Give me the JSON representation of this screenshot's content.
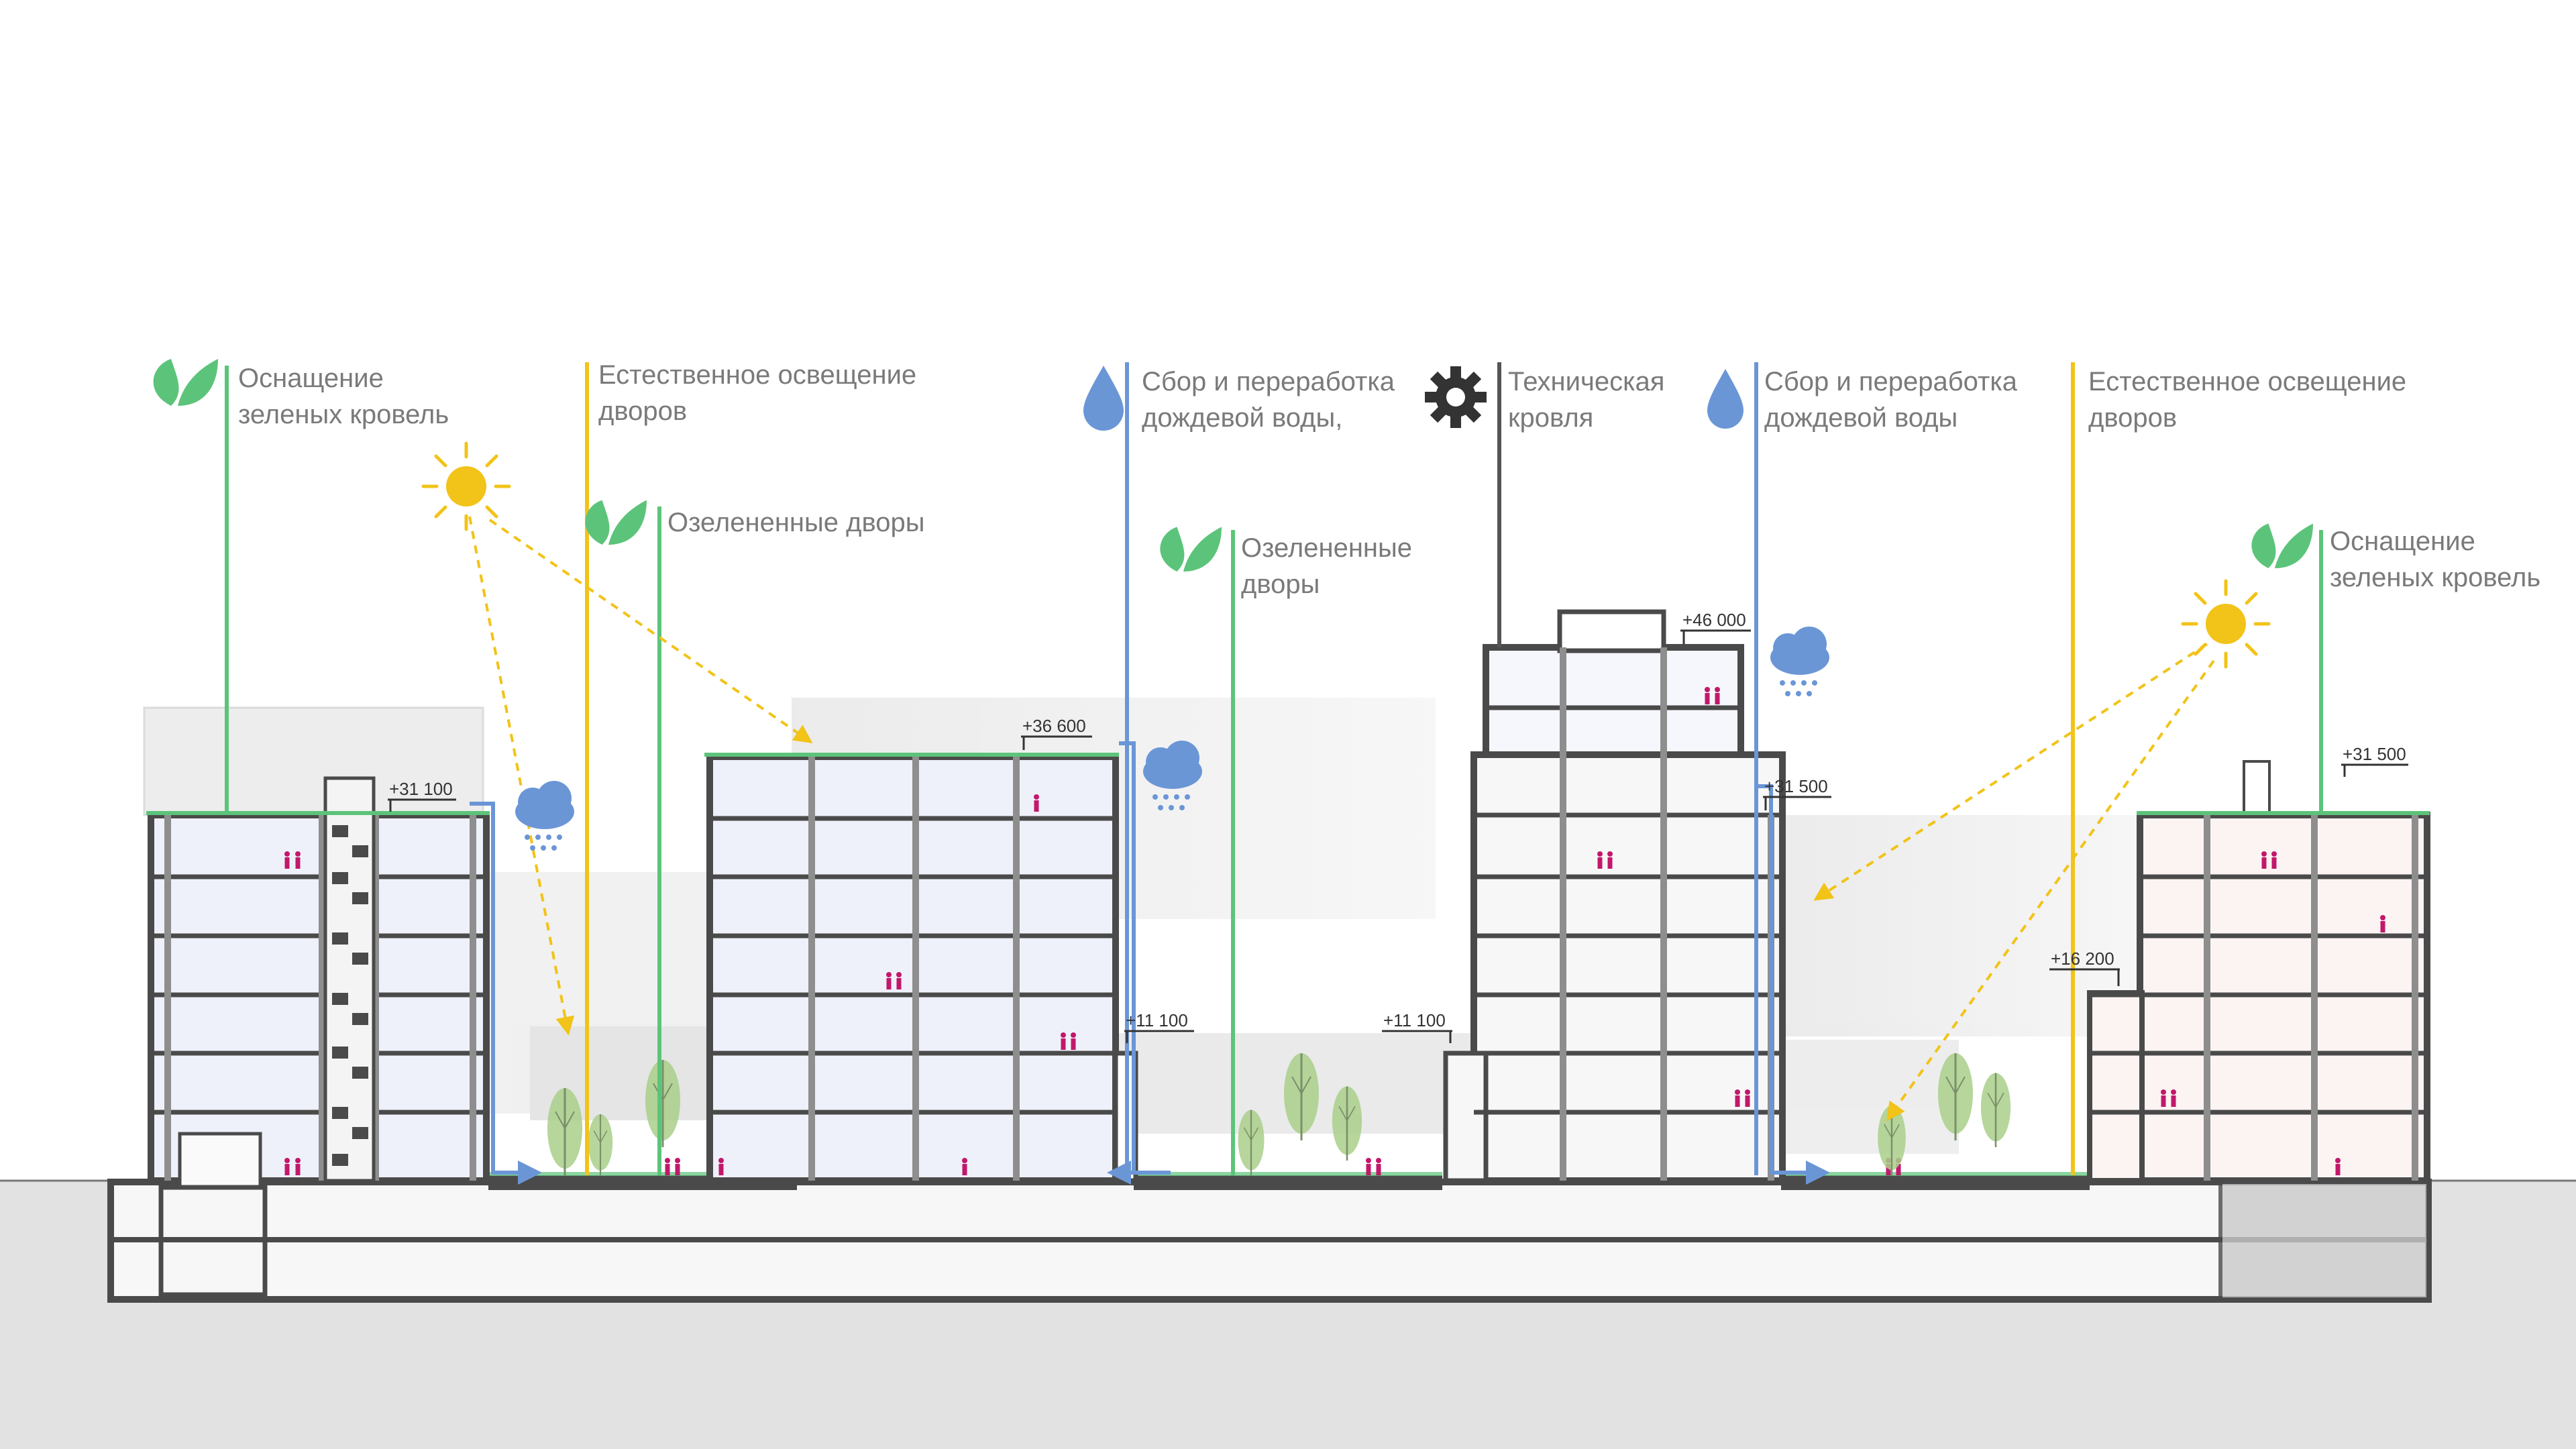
{
  "labels": {
    "green_roof_left": [
      "Оснащение",
      "зеленых кровель"
    ],
    "daylight_left": [
      "Естественное освещение",
      "дворов"
    ],
    "green_yard_left": "Озелененные дворы",
    "rain_center": [
      "Сбор и переработка",
      "дождевой воды,"
    ],
    "green_yard_center": [
      "Озелененные",
      "дворы"
    ],
    "tech_roof": [
      "Техническая",
      "кровля"
    ],
    "rain_right": [
      "Сбор и переработка",
      "дождевой воды"
    ],
    "daylight_right": [
      "Естественное освещение",
      "дворов"
    ],
    "green_roof_right": [
      "Оснащение",
      "зеленых кровель"
    ]
  },
  "elevations": {
    "e1": "+31 100",
    "e2": "+36 600",
    "e3": "+11 100",
    "e4": "+11 100",
    "e5": "+46 000",
    "e6": "+31 500",
    "e7": "+16 200",
    "e8": "+31 500"
  },
  "colors": {
    "green": "#5cc47a",
    "yellow": "#f2c318",
    "blue": "#6b96d6",
    "dark": "#555555",
    "wall": "#4a4a4a",
    "ground": "#e2e2e2",
    "people": "#c2186b",
    "tree": "#a9cf8a"
  },
  "icons": [
    "leaf-icon",
    "sun-icon",
    "water-drop-icon",
    "gear-icon",
    "rain-cloud-icon",
    "tree-icon",
    "person-icon"
  ]
}
